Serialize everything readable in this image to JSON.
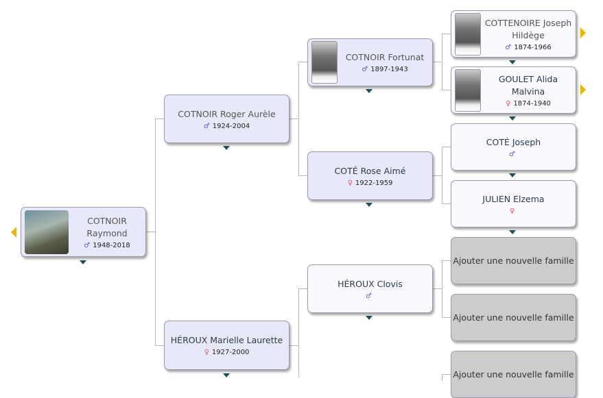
{
  "root": {
    "name": "COTNOIR Raymond",
    "sex": "♂",
    "dates": "1948-2018"
  },
  "gen1": [
    {
      "name": "COTNOIR Roger Aurèle",
      "sex": "♂",
      "dates": "1924-2004"
    },
    {
      "name": "HÉROUX Marielle Laurette",
      "sex": "♀",
      "dates": "1927-2000"
    }
  ],
  "gen2": [
    {
      "name": "COTNOIR Fortunat",
      "sex": "♂",
      "dates": "1897-1943"
    },
    {
      "name": "COTÉ Rose Aimé",
      "sex": "♀",
      "dates": "1922-1959"
    },
    {
      "name": "HÉROUX Clovis",
      "sex": "♂",
      "dates": ""
    }
  ],
  "gen3": [
    {
      "name": "COTTENOIRE Joseph Hildège",
      "sex": "♂",
      "dates": "1874-1966"
    },
    {
      "name": "GOULET Alida Malvina",
      "sex": "♀",
      "dates": "1874-1940"
    },
    {
      "name": "COTÉ Joseph",
      "sex": "♂",
      "dates": ""
    },
    {
      "name": "JULIEN Elzema",
      "sex": "♀",
      "dates": ""
    }
  ],
  "add_family_label": "Ajouter une nouvelle famille"
}
